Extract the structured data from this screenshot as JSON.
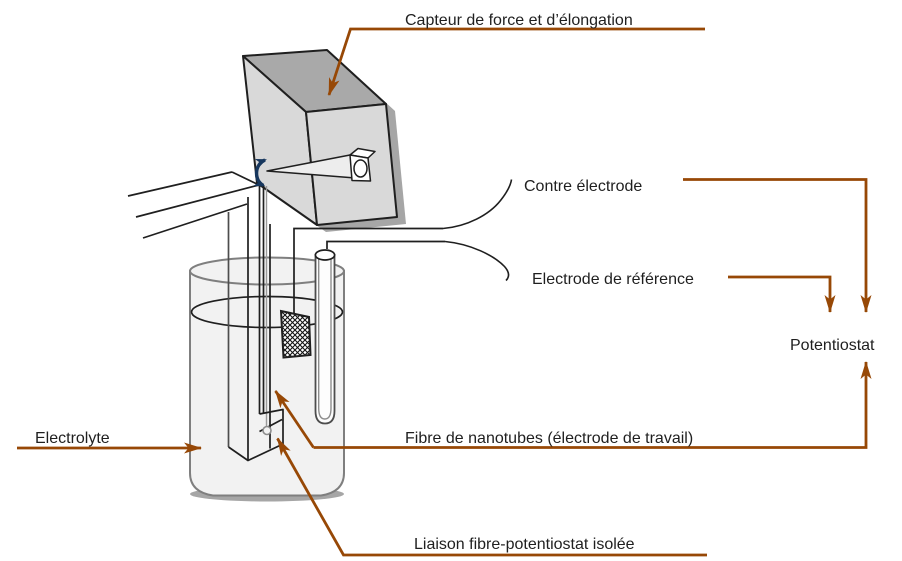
{
  "figure": {
    "type": "schematic-diagram",
    "labels": {
      "force_sensor": "Capteur de force et d’élongation",
      "counter_electrode": "Contre électrode",
      "reference_electrode": "Electrode de référence",
      "potentiostat": "Potentiostat",
      "electrolyte": "Electrolyte",
      "working_electrode": "Fibre de nanotubes (électrode de travail)",
      "insulated_link": "Liaison fibre-potentiostat isolée"
    },
    "colors": {
      "callout_line": "#974806",
      "rotation_arrow": "#17375E",
      "box_top": "#a9a9a9",
      "box_side": "#d9d9d9",
      "shadow": "#a6a6a6",
      "beaker_fill": "#f2f2f2",
      "beaker_stroke": "#7f7f7f",
      "outline": "#1f1f1f"
    }
  }
}
